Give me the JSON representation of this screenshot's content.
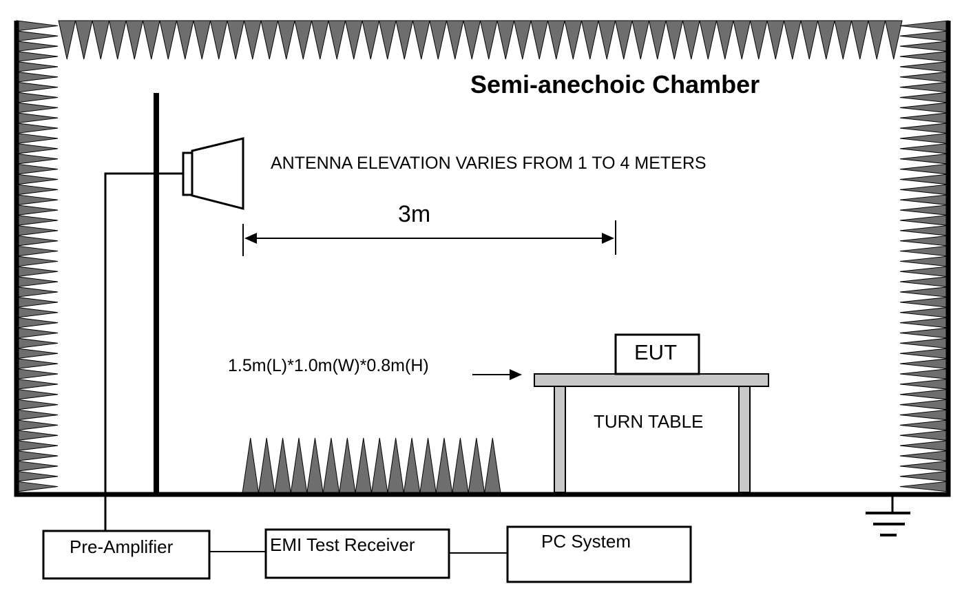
{
  "diagram": {
    "title": "Semi-anechoic Chamber",
    "antenna_note": "ANTENNA ELEVATION VARIES FROM 1 TO 4 METERS",
    "distance": "3m",
    "table_dimensions": "1.5m(L)*1.0m(W)*0.8m(H)",
    "eut": "EUT",
    "turn_table": "TURN TABLE",
    "pre_amplifier": "Pre-Amplifier",
    "receiver": "EMI Test Receiver",
    "pc": "PC System"
  },
  "colors": {
    "absorber": "#6e6e6e",
    "table": "#c8c8c8",
    "line": "#000000"
  }
}
